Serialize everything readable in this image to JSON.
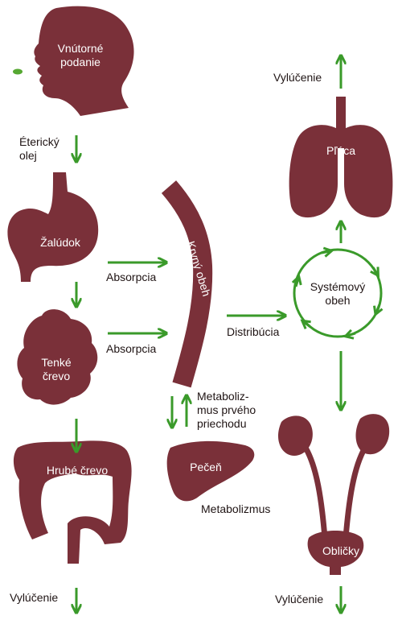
{
  "colors": {
    "organ": "#7a3039",
    "arrow": "#3a9a2a",
    "text": "#1f1414",
    "organ_text": "#ffffff"
  },
  "organs": {
    "head": "Vnútorné podanie",
    "stomach": "Žalúdok",
    "small_intestine": "Tenké črevo",
    "large_intestine": "Hrubé črevo",
    "blood_vessel": "Krvný obeh",
    "liver": "Pečeň",
    "lungs": "Pľúca",
    "kidneys": "Obličky",
    "systemic": "Systémový obeh"
  },
  "labels": {
    "essential_oil": "Éterický olej",
    "absorption_1": "Absorpcia",
    "absorption_2": "Absorpcia",
    "distribution": "Distribúcia",
    "first_pass": "Metaboliz-mus prvého priechodu",
    "metabolism": "Metabolizmus",
    "excretion_lungs": "Vylúčenie",
    "excretion_intestine": "Vylúčenie",
    "excretion_kidneys": "Vylúčenie"
  }
}
